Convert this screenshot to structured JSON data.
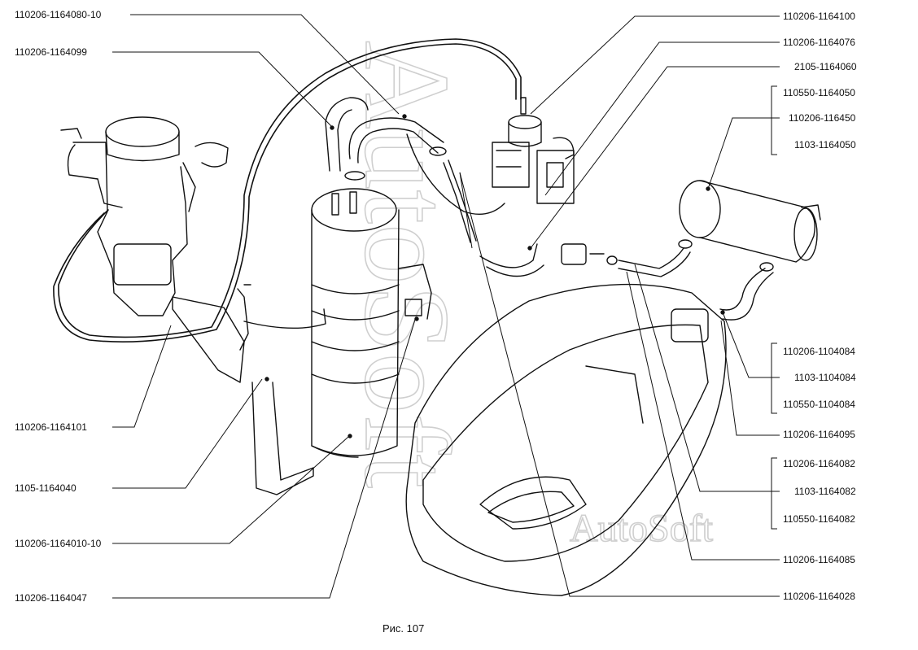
{
  "labels_left": [
    "110206-1164080-10",
    "110206-1164099",
    "110206-1164101",
    "1105-1164040",
    "110206-1164010-10",
    "110206-1164047"
  ],
  "labels_right": [
    "110206-1164100",
    "110206-1164076",
    "2105-1164060",
    "110550-1164050",
    "110206-116450",
    "1103-1164050",
    "110206-1104084",
    "1103-1104084",
    "110550-1104084",
    "110206-1164095",
    "110206-1164082",
    "1103-1164082",
    "110550-1164082",
    "110206-1164085",
    "110206-1164028"
  ],
  "caption": "Рис. 107",
  "watermark": "AutoSoft"
}
